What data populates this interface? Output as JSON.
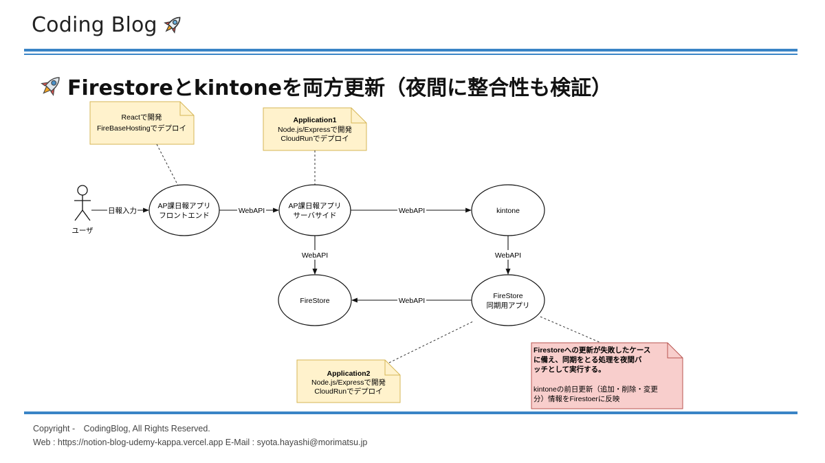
{
  "header": {
    "brand": "Coding Blog",
    "brand_icon": "rocket-icon"
  },
  "slide": {
    "title": "Firestoreとkintoneを両方更新（夜間に整合性も検証）",
    "title_icon": "rocket-icon"
  },
  "diagram": {
    "actor": {
      "label": "ユーザ"
    },
    "nodes": {
      "frontend": [
        "AP課日報アプリ",
        "フロントエンド"
      ],
      "server": [
        "AP課日報アプリ",
        "サーバサイド"
      ],
      "kintone": [
        "kintone"
      ],
      "firestore": [
        "FireStore"
      ],
      "sync": [
        "FireStore",
        "同期用アプリ"
      ]
    },
    "edges": {
      "user_to_frontend": "日報入力",
      "frontend_to_server": "WebAPI",
      "server_to_kintone": "WebAPI",
      "server_to_firestore": "WebAPI",
      "kintone_to_sync": "WebAPI",
      "sync_to_firestore": "WebAPI"
    },
    "notes": {
      "frontend_note": [
        "Reactで開発",
        "FireBaseHostingでデプロイ"
      ],
      "app1_note": {
        "title": "Application1",
        "lines": [
          "Node.js/Expressで開発",
          "CloudRunでデプロイ"
        ]
      },
      "app2_note": {
        "title": "Application2",
        "lines": [
          "Node.js/Expressで開発",
          "CloudRunでデプロイ"
        ]
      },
      "batch_note": {
        "bold_lines": [
          "Firestoreへの更新が失敗したケース",
          "に備え、同期をとる処理を夜間バ",
          "ッチとして実行する。"
        ],
        "lines": [
          "kintoneの前日更新（追加・削除・変更",
          "分）情報をFirestoerに反映"
        ]
      }
    },
    "colors": {
      "note_yellow": "#fff2cc",
      "note_yellow_border": "#d6b656",
      "note_red": "#f8cecc",
      "note_red_border": "#b85450",
      "accent_blue": "#3a84c6"
    }
  },
  "footer": {
    "line1": "Copyright -　CodingBlog, All Rights Reserved.",
    "line2": "Web : https://notion-blog-udemy-kappa.vercel.app  E-Mail : syota.hayashi@morimatsu.jp"
  }
}
